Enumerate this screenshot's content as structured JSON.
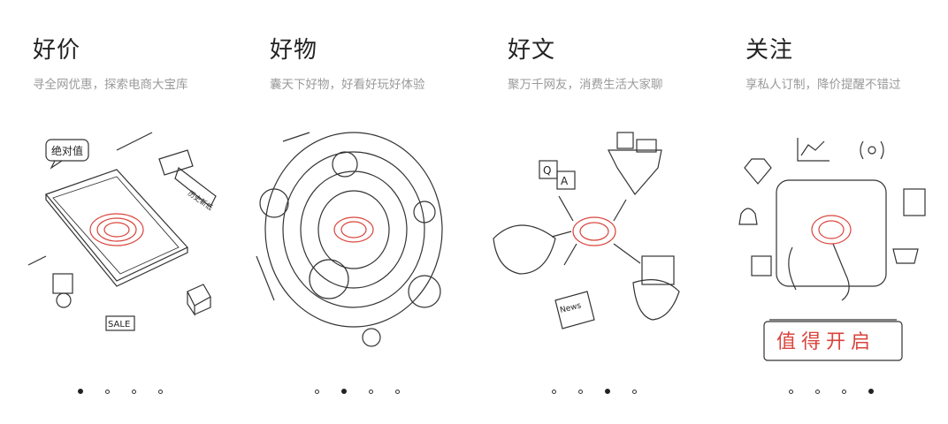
{
  "screens": [
    {
      "title": "好价",
      "subtitle": "寻全网优惠，探索电商大宝库",
      "labels": {
        "badge": "绝对值",
        "sale": "SALE",
        "tag": "历史新低"
      },
      "active_dot": 0
    },
    {
      "title": "好物",
      "subtitle": "囊天下好物，好看好玩好体验",
      "active_dot": 1
    },
    {
      "title": "好文",
      "subtitle": "聚万千网友，消费生活大家聊",
      "labels": {
        "q": "Q",
        "a": "A",
        "news": "News"
      },
      "active_dot": 2
    },
    {
      "title": "关注",
      "subtitle": "享私人订制，降价提醒不错过",
      "labels": {
        "stamp": "值得开启"
      },
      "active_dot": 3
    }
  ],
  "colors": {
    "accent": "#d9443c",
    "ink": "#333333",
    "muted": "#9a9a9a"
  },
  "icons": [
    "phone-icon",
    "satellite-icon",
    "planet-orbit-icon",
    "island-icon",
    "diamond-icon",
    "bell-icon",
    "cart-icon",
    "hand-pointer-icon"
  ]
}
